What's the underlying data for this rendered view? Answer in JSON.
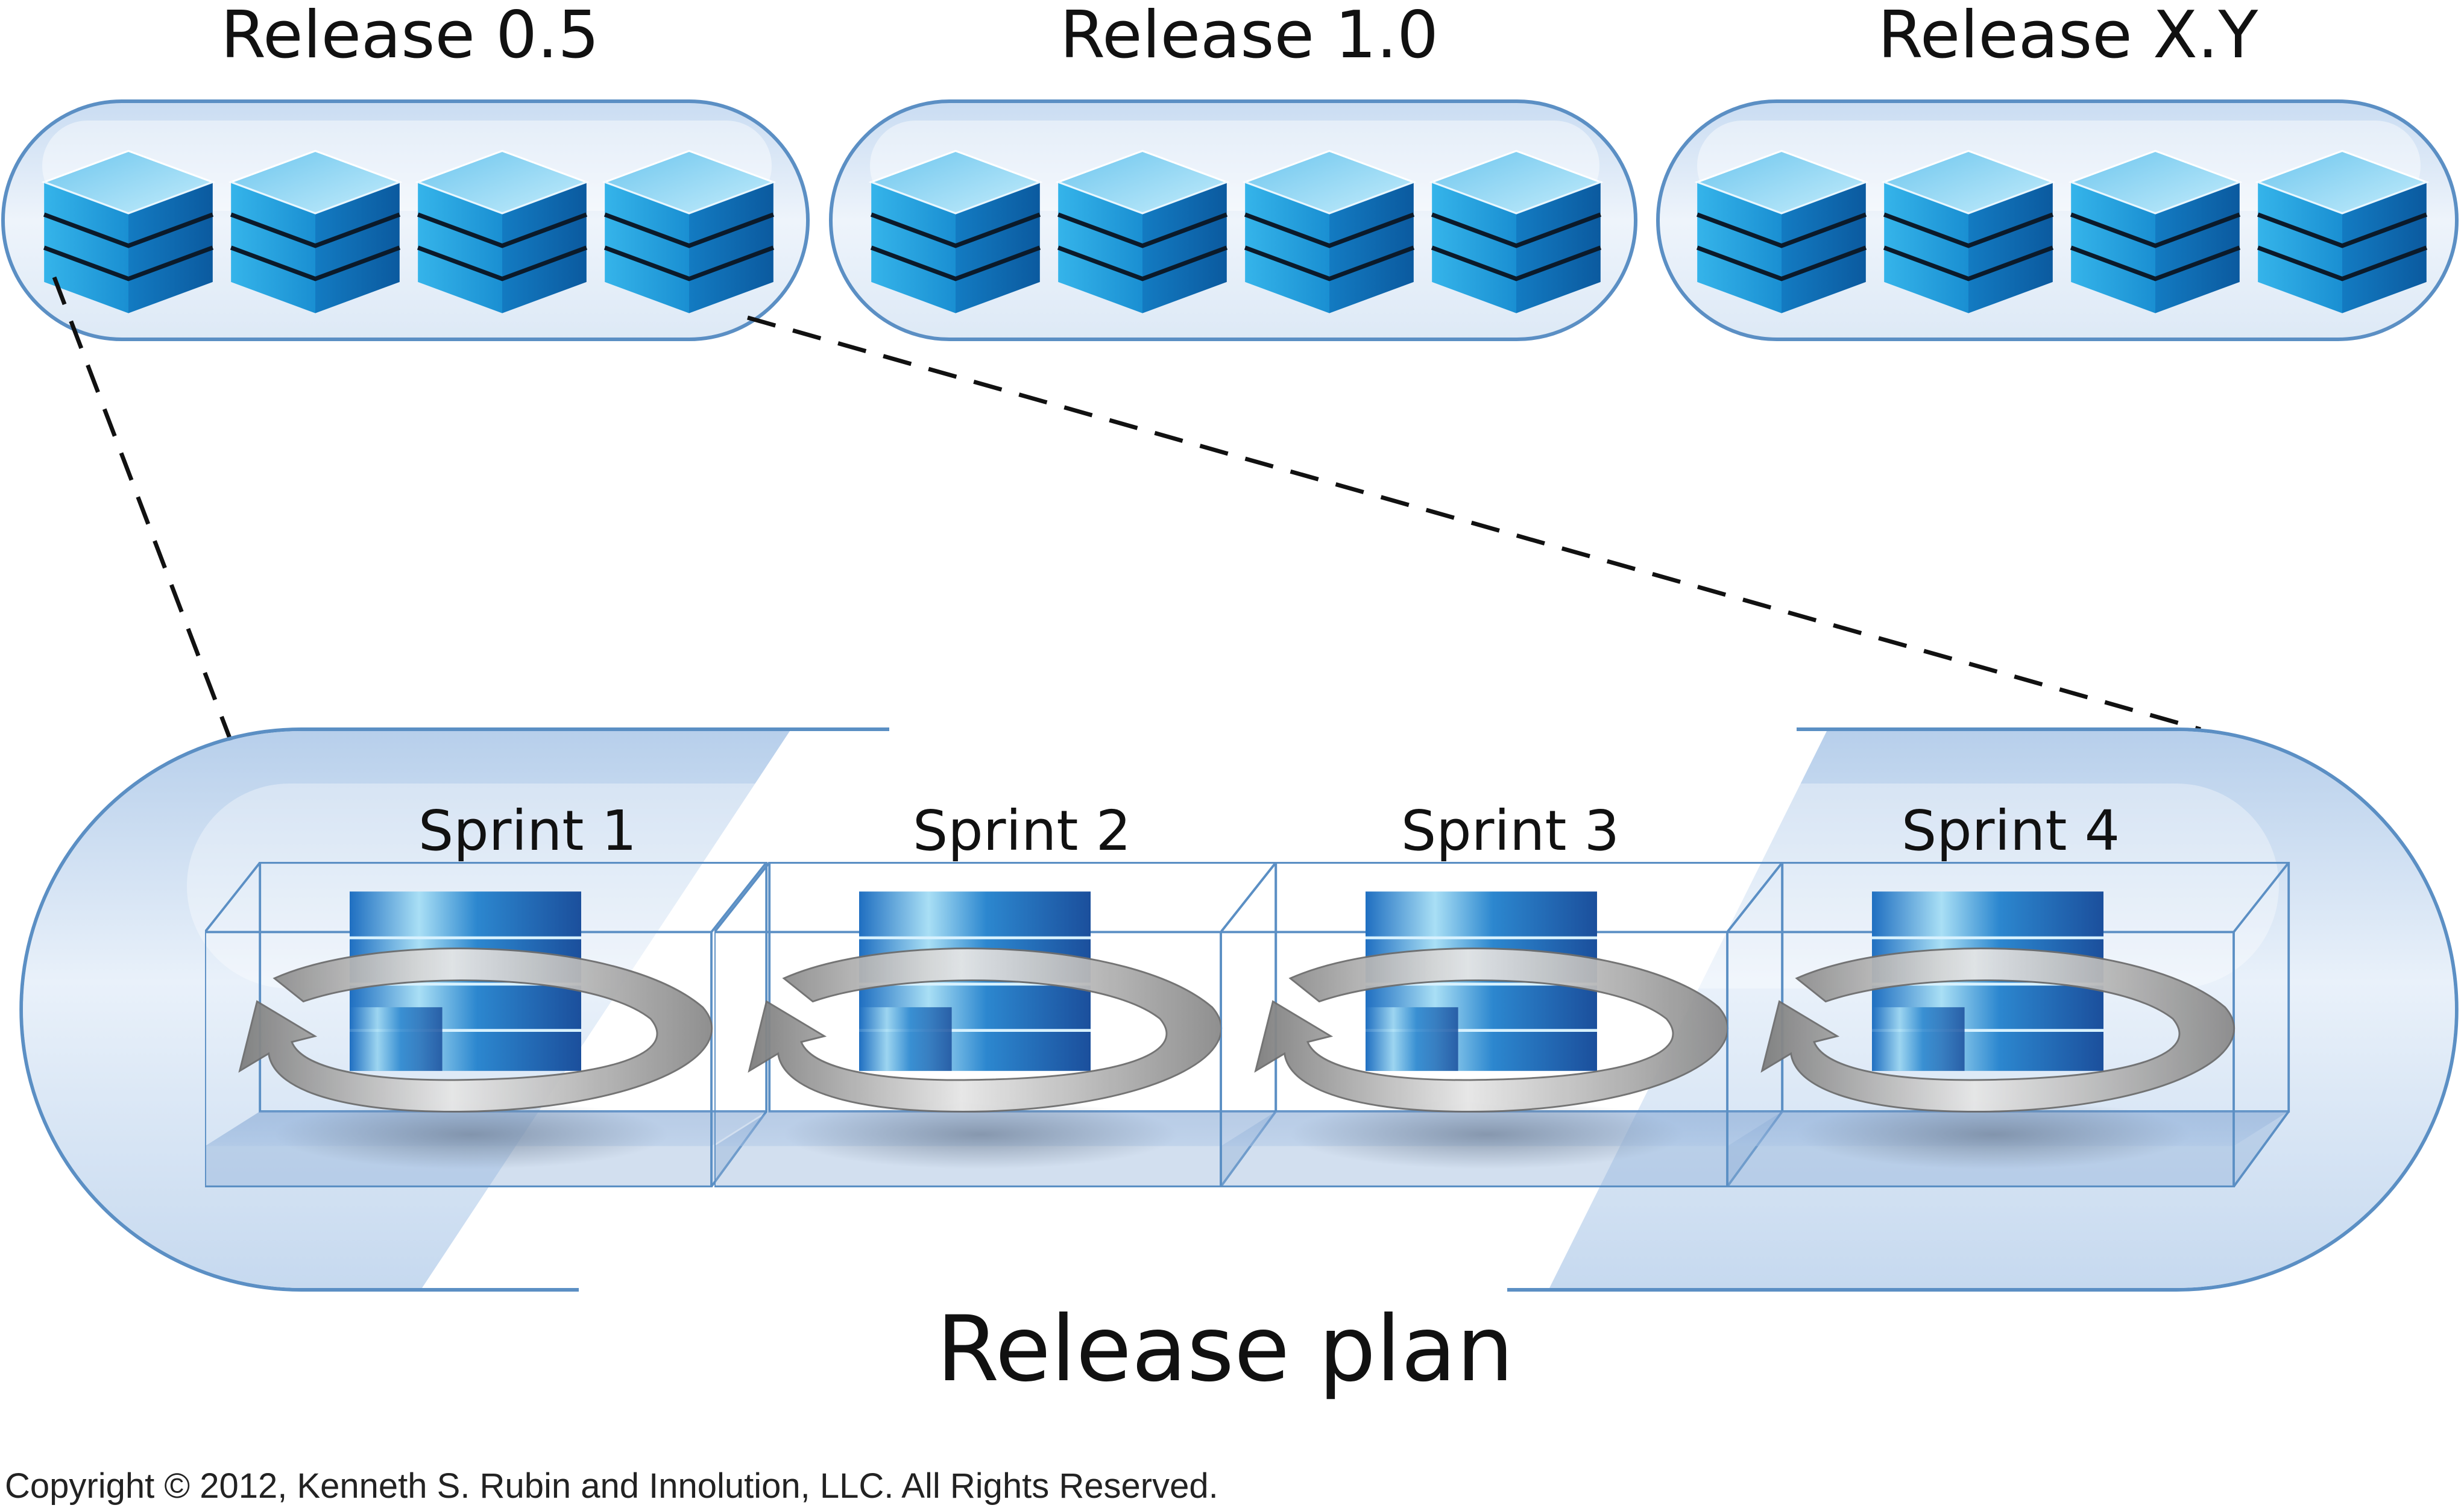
{
  "releases": [
    {
      "label": "Release 0.5"
    },
    {
      "label": "Release 1.0"
    },
    {
      "label": "Release X.Y"
    }
  ],
  "sprints": [
    {
      "label": "Sprint 1"
    },
    {
      "label": "Sprint 2"
    },
    {
      "label": "Sprint 3"
    },
    {
      "label": "Sprint 4"
    }
  ],
  "release_plan": {
    "label": "Release plan"
  },
  "copyright": "Copyright © 2012, Kenneth S. Rubin and Innolution, LLC. All Rights Reserved.",
  "colors": {
    "pill_stroke": "#5b8fc4",
    "pill_fill_top": "#d6e4f4",
    "cube_top": "#8fd3f2",
    "cube_side": "#1f93d6",
    "cube_dark": "#0f5fa8",
    "arrow_gray": "#9c9c9c",
    "dash_line": "#111111"
  },
  "icons": [
    "backlog-cube-icon",
    "sprint-cycle-arrow-icon",
    "product-stack-icon"
  ]
}
